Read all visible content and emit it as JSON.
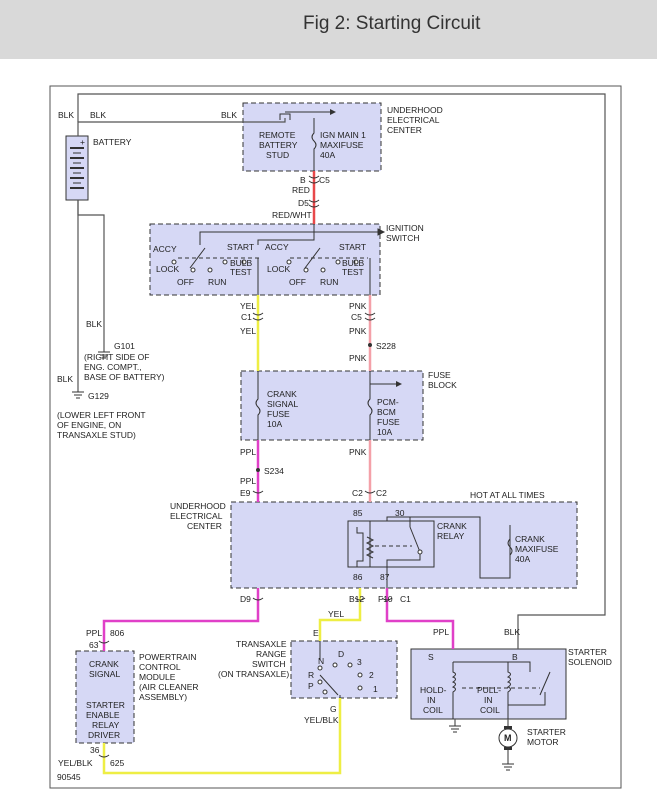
{
  "page": {
    "title": "Fig 2: Starting Circuit"
  },
  "colors": {
    "box_fill": "#d6d8f5",
    "red_wire": "#e8484a",
    "pink_wire": "#f4a0a8",
    "yellow_wire": "#eeee44",
    "magenta_wire": "#e040c8",
    "black_wire": "#555555"
  },
  "labels": {
    "blk_1": "BLK",
    "blk_2": "BLK",
    "blk_3": "BLK",
    "blk_4": "BLK",
    "blk_5": "BLK",
    "blk_6": "BLK",
    "battery": "BATTERY",
    "remote_l1": "REMOTE",
    "remote_l2": "BATTERY",
    "remote_l3": "STUD",
    "ign_l1": "IGN MAIN 1",
    "ign_l2": "MAXIFUSE",
    "ign_l3": "40A",
    "uec_top_l1": "UNDERHOOD",
    "uec_top_l2": "ELECTRICAL",
    "uec_top_l3": "CENTER",
    "b": "B",
    "c5_top": "C5",
    "red": "RED",
    "d5": "D5",
    "red_wht": "RED/WHT",
    "ign_sw_l1": "IGNITION",
    "ign_sw_l2": "SWITCH",
    "accy_1": "ACCY",
    "start_1": "START",
    "accy_2": "ACCY",
    "start_2": "START",
    "lock_1": "LOCK",
    "bulb_1": "BULB",
    "test_1": "TEST",
    "lock_2": "LOCK",
    "bulb_2": "BULB",
    "test_2": "TEST",
    "off_1": "OFF",
    "run_1": "RUN",
    "off_2": "OFF",
    "run_2": "RUN",
    "yel_1": "YEL",
    "c1_left": "C1",
    "yel_2": "YEL",
    "pnk_1": "PNK",
    "c5_mid": "C5",
    "pnk_2": "PNK",
    "s228": "S228",
    "pnk_3": "PNK",
    "pnk_4": "PNK",
    "g101": "G101",
    "g101_l1": "(RIGHT SIDE OF",
    "g101_l2": "ENG. COMPT.,",
    "g101_l3": "BASE OF BATTERY)",
    "g129": "G129",
    "g129_l1": "(LOWER LEFT FRONT",
    "g129_l2": "OF ENGINE, ON",
    "g129_l3": "TRANSAXLE STUD)",
    "fuse_block_l1": "FUSE",
    "fuse_block_l2": "BLOCK",
    "crank_fuse_l1": "CRANK",
    "crank_fuse_l2": "SIGNAL",
    "crank_fuse_l3": "FUSE",
    "crank_fuse_l4": "10A",
    "pcm_fuse_l1": "PCM-",
    "pcm_fuse_l2": "BCM",
    "pcm_fuse_l3": "FUSE",
    "pcm_fuse_l4": "10A",
    "ppl_1": "PPL",
    "s234": "S234",
    "ppl_2": "PPL",
    "e9": "E9",
    "c2_a": "C2",
    "c2_b": "C2",
    "hot": "HOT AT ALL TIMES",
    "uec_mid_l1": "UNDERHOOD",
    "uec_mid_l2": "ELECTRICAL",
    "uec_mid_l3": "CENTER",
    "p85": "85",
    "p30": "30",
    "p86": "86",
    "p87": "87",
    "crank_relay_l1": "CRANK",
    "crank_relay_l2": "RELAY",
    "crank_maxi_l1": "CRANK",
    "crank_maxi_l2": "MAXIFUSE",
    "crank_maxi_l3": "40A",
    "d9": "D9",
    "b12": "B12",
    "f10": "F10",
    "c1_right": "C1",
    "ppl_806": "PPL",
    "n806": "806",
    "n63": "63",
    "yel_3": "YEL",
    "e": "E",
    "ppl_3": "PPL",
    "blk_7": "BLK",
    "pcm_l1": "POWERTRAIN",
    "pcm_l2": "CONTROL",
    "pcm_l3": "MODULE",
    "pcm_l4": "(AIR CLEANER",
    "pcm_l5": "ASSEMBLY)",
    "crank_sig_l1": "CRANK",
    "crank_sig_l2": "SIGNAL",
    "starter_en_l1": "STARTER",
    "starter_en_l2": "ENABLE",
    "starter_en_l3": "RELAY",
    "starter_en_l4": "DRIVER",
    "trs_l1": "TRANSAXLE",
    "trs_l2": "RANGE",
    "trs_l3": "SWITCH",
    "trs_l4": "(ON TRANSAXLE)",
    "n": "N",
    "d": "D",
    "r": "R",
    "p": "P",
    "n3": "3",
    "n2": "2",
    "n1": "1",
    "g": "G",
    "yel_blk_1": "YEL/BLK",
    "s": "S",
    "b_sol": "B",
    "starter_sol_l1": "STARTER",
    "starter_sol_l2": "SOLENOID",
    "hold_l1": "HOLD-",
    "hold_l2": "IN",
    "hold_l3": "COIL",
    "pull_l1": "PULL-",
    "pull_l2": "IN",
    "pull_l3": "COIL",
    "motor_m": "M",
    "motor_l1": "STARTER",
    "motor_l2": "MOTOR",
    "n36": "36",
    "yel_blk_2": "YEL/BLK",
    "n625": "625",
    "diag_id": "90545"
  }
}
